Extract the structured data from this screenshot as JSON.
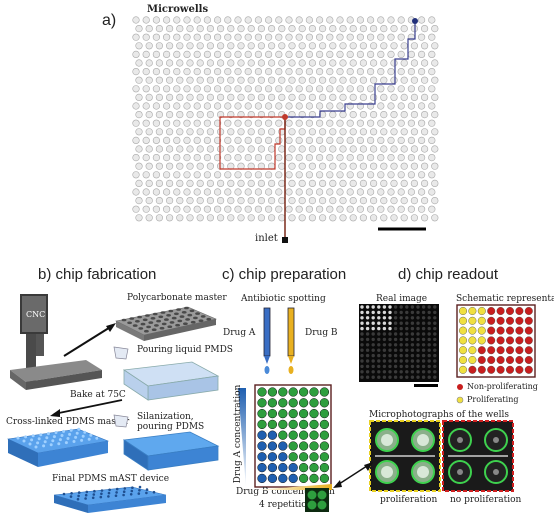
{
  "panel_a": {
    "letter": "a)",
    "microwells_label": "Microwells",
    "inlet_label": "inlet"
  },
  "panel_b": {
    "title": "b)  chip fabrication",
    "cnc": "CNC",
    "polycarbonate": "Polycarbonate master",
    "pouring": "Pouring liquid PMDS",
    "bake": "Bake at 75C",
    "crosslinked": "Cross-linked PDMS master",
    "silan_1": "Silanization,",
    "silan_2": "pouring PDMS",
    "final": "Final PDMS mAST device"
  },
  "panel_c": {
    "title": "c)  chip preparation",
    "spotting": "Antibiotic spotting",
    "drug_a": "Drug A",
    "drug_b": "Drug B",
    "drug_a_conc": "Drug A concentration",
    "drug_b_conc": "Drug B concentration",
    "reps": "4 repetitions"
  },
  "panel_d": {
    "title": "d)  chip readout",
    "real": "Real image",
    "schematic": "Schematic representation",
    "non_prolif": "Non-proliferating",
    "prolif": "Proliferating",
    "micro": "Microphotographs of the wells",
    "proliferation": "proliferation",
    "no_proliferation": "no proliferation"
  },
  "colors": {
    "red_path": "#c0392b",
    "blue_path": "#3a3f8f",
    "well_green": "#2e9e3e",
    "well_blue": "#1f5fb0",
    "yellow": "#f0e040",
    "red_well": "#c81e1e"
  }
}
